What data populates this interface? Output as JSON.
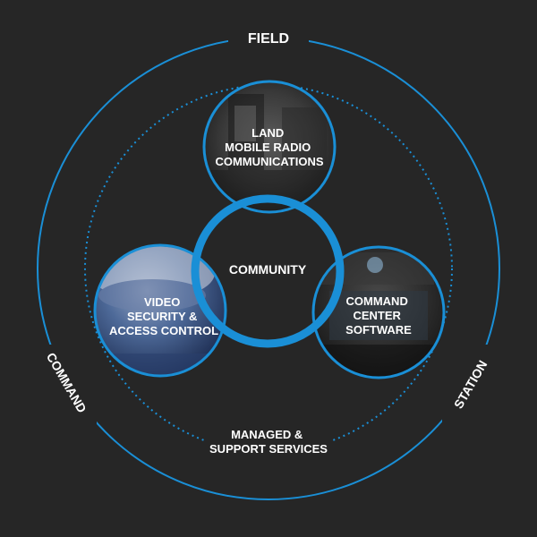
{
  "outer_labels": {
    "top": "FIELD",
    "left": "COMMAND",
    "right": "STATION"
  },
  "ring_label": [
    "MANAGED &",
    "SUPPORT SERVICES"
  ],
  "center_label": "COMMUNITY",
  "nodes": {
    "radio": {
      "lines": [
        "LAND",
        "MOBILE RADIO",
        "COMMUNICATIONS"
      ]
    },
    "video": {
      "lines": [
        "VIDEO",
        "SECURITY &",
        "ACCESS CONTROL"
      ]
    },
    "command": {
      "lines": [
        "COMMAND",
        "CENTER",
        "SOFTWARE"
      ]
    }
  },
  "colors": {
    "background": "#262626",
    "accent": "#1a8fd6",
    "text": "#ffffff"
  }
}
